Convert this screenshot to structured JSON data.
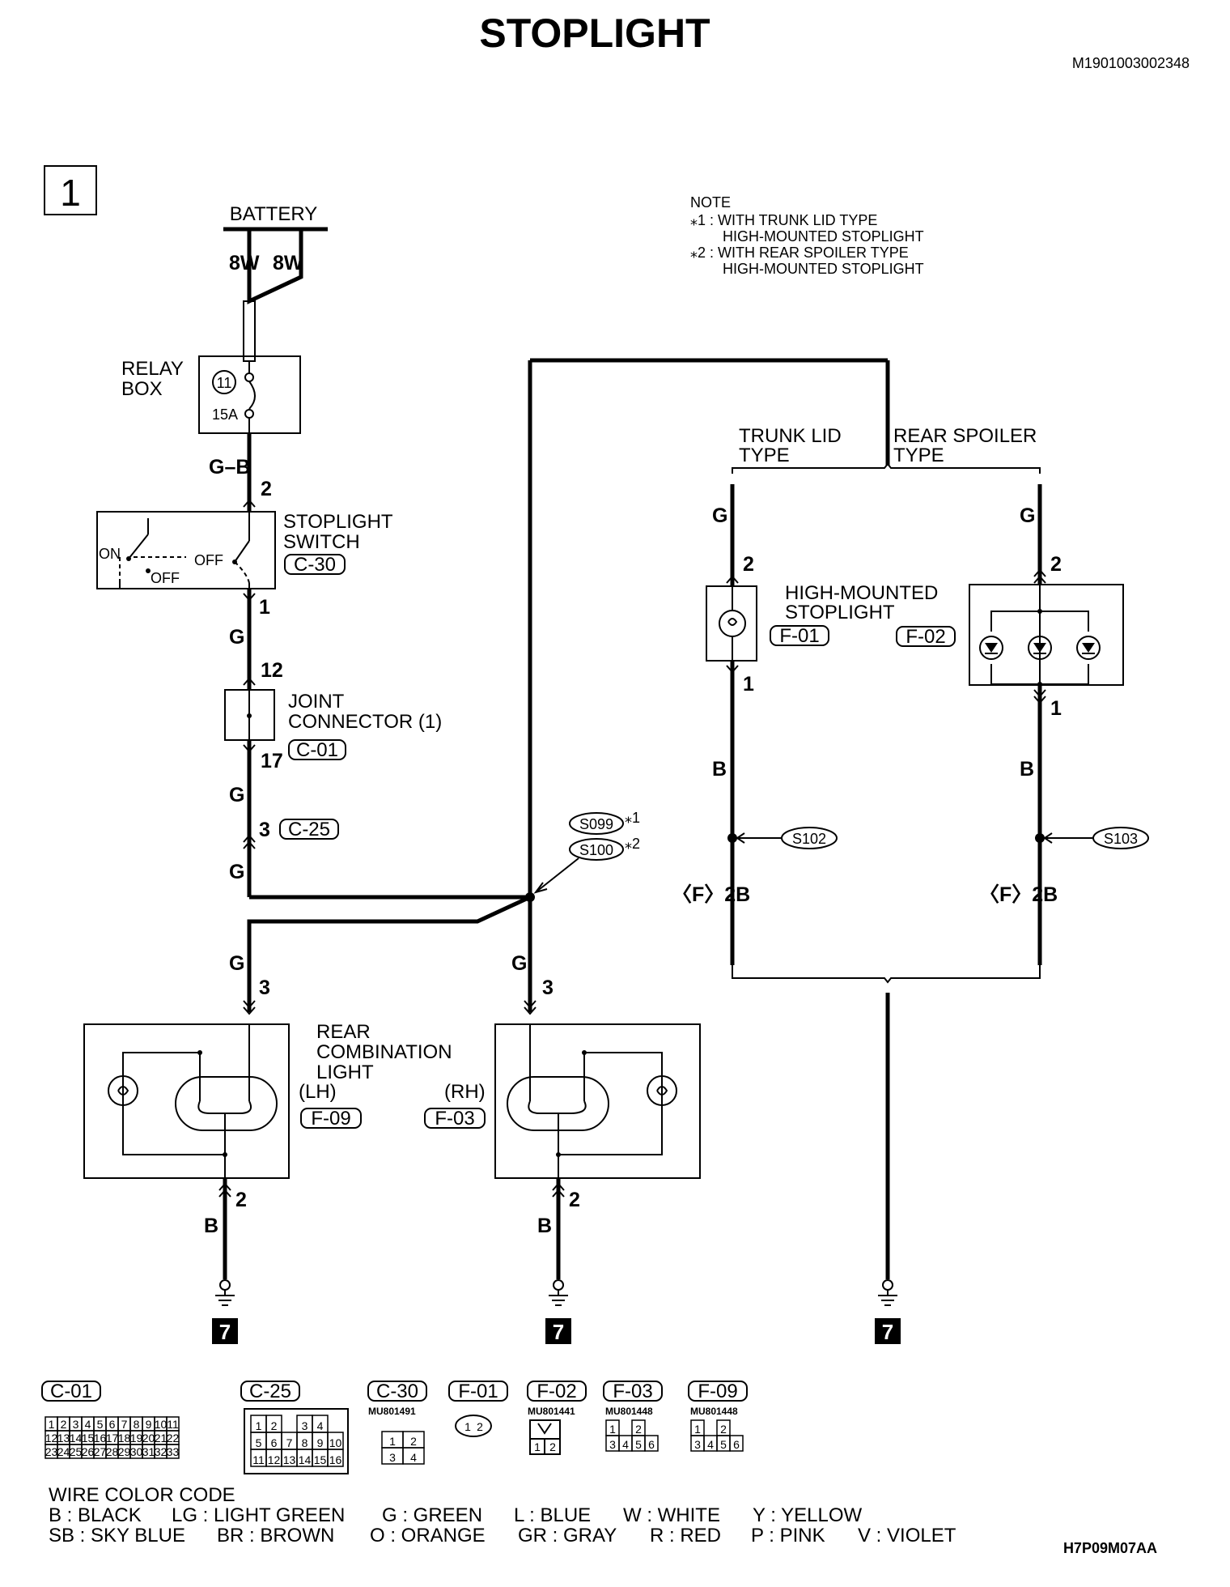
{
  "title": "STOPLIGHT",
  "doc_code": "M1901003002348",
  "figure_code": "H7P09M07AA",
  "page_box_number": "1",
  "note": {
    "heading": "NOTE",
    "star1": "⁎1 : WITH TRUNK LID TYPE",
    "star1_cont": "HIGH-MOUNTED STOPLIGHT",
    "star2": "⁎2 : WITH REAR SPOILER TYPE",
    "star2_cont": "HIGH-MOUNTED STOPLIGHT"
  },
  "battery": {
    "label": "BATTERY",
    "wire_left": "8W",
    "wire_right": "8W"
  },
  "relay_box": {
    "label_line1": "RELAY",
    "label_line2": "BOX",
    "fuse_number": "11",
    "fuse_rating": "15A"
  },
  "stoplight_switch": {
    "label_line1": "STOPLIGHT",
    "label_line2": "SWITCH",
    "connector": "C-30",
    "pin_top": "2",
    "pin_bottom": "1",
    "on_label": "ON",
    "off_label_left": "OFF",
    "off_label_right": "OFF"
  },
  "joint_connector": {
    "label_line1": "JOINT",
    "label_line2": "CONNECTOR (1)",
    "connector": "C-01",
    "pin_top": "12",
    "pin_bottom": "17"
  },
  "intermediate_connector": {
    "pin": "3",
    "connector": "C-25"
  },
  "splices": {
    "s1": "S099",
    "s1_mark": "⁎1",
    "s2": "S100",
    "s2_mark": "⁎2",
    "s102": "S102",
    "s103": "S103"
  },
  "wire_colors": {
    "g_b": "G–B",
    "g": "G",
    "b": "B"
  },
  "trunk_lid": {
    "line1": "TRUNK LID",
    "line2": "TYPE"
  },
  "rear_spoiler": {
    "line1": "REAR SPOILER",
    "line2": "TYPE"
  },
  "hmsl": {
    "label_line1": "HIGH-MOUNTED",
    "label_line2": "STOPLIGHT",
    "connector_trunk": "F-01",
    "connector_spoiler": "F-02",
    "pin_top": "2",
    "pin_bottom": "1"
  },
  "ground_ref": "〈F〉2B",
  "rear_combo": {
    "label_line1": "REAR",
    "label_line2": "COMBINATION",
    "label_line3": "LIGHT",
    "lh": "(LH)",
    "rh": "(RH)",
    "connector_lh": "F-09",
    "connector_rh": "F-03",
    "pin_top": "3",
    "pin_bottom": "2"
  },
  "ground_number": "7",
  "connectors_legend": [
    {
      "name": "C-01",
      "part": ""
    },
    {
      "name": "C-25",
      "part": ""
    },
    {
      "name": "C-30",
      "part": "MU801491"
    },
    {
      "name": "F-01",
      "part": ""
    },
    {
      "name": "F-02",
      "part": "MU801441"
    },
    {
      "name": "F-03",
      "part": "MU801448"
    },
    {
      "name": "F-09",
      "part": "MU801448"
    }
  ],
  "c01_pins": [
    [
      "1",
      "2",
      "3",
      "4",
      "5",
      "6",
      "7",
      "8",
      "9",
      "10",
      "11"
    ],
    [
      "12",
      "13",
      "14",
      "15",
      "16",
      "17",
      "18",
      "19",
      "20",
      "21",
      "22"
    ],
    [
      "23",
      "24",
      "25",
      "26",
      "27",
      "28",
      "29",
      "30",
      "31",
      "32",
      "33"
    ]
  ],
  "c25_pins": [
    [
      "1",
      "2",
      "",
      "3",
      "4"
    ],
    [
      "5",
      "6",
      "7",
      "8",
      "9",
      "10"
    ],
    [
      "11",
      "12",
      "13",
      "14",
      "15",
      "16"
    ]
  ],
  "c30_pins": [
    [
      "1",
      "2"
    ],
    [
      "3",
      "4"
    ]
  ],
  "f01_pins": [
    "1",
    "2"
  ],
  "f02_pins": [
    "1",
    "2"
  ],
  "f0x_pins": [
    [
      "1",
      "",
      "2"
    ],
    [
      "3",
      "4",
      "5",
      "6"
    ]
  ],
  "wire_color_code": {
    "heading": "WIRE COLOR CODE",
    "row1": [
      "B : BLACK",
      "LG : LIGHT GREEN",
      "G : GREEN",
      "L : BLUE",
      "W : WHITE",
      "Y : YELLOW"
    ],
    "row2": [
      "SB : SKY BLUE",
      "BR : BROWN",
      "O : ORANGE",
      "GR : GRAY",
      "R : RED",
      "P : PINK",
      "V : VIOLET"
    ]
  }
}
